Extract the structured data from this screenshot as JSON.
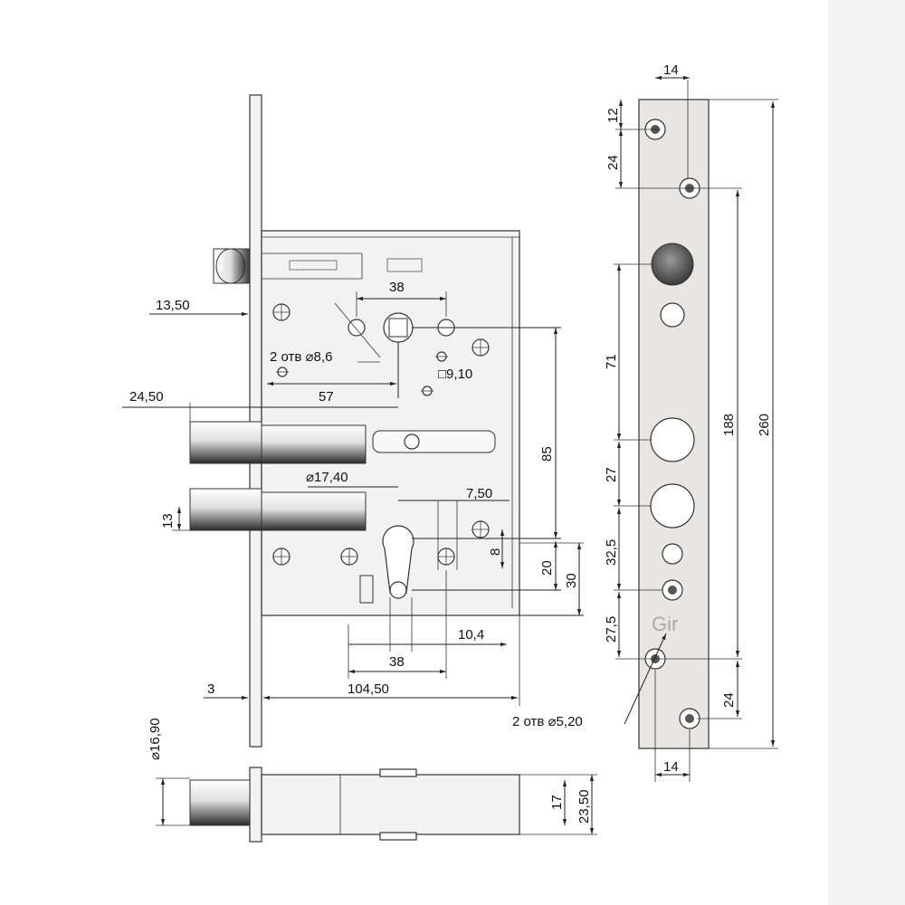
{
  "dimensions": {
    "d14_top": "14",
    "d12": "12",
    "d24_top": "24",
    "d13_50": "13,50",
    "d38_top": "38",
    "holes_2_86": "2 отв ⌀8,6",
    "sq_9_10": "□9,10",
    "d24_50": "24,50",
    "d57": "57",
    "d85": "85",
    "d17_40": "⌀17,40",
    "d7_50": "7,50",
    "d13": "13",
    "d8": "8",
    "d20": "20",
    "d30": "30",
    "d10_4": "10,4",
    "d38_bottom": "38",
    "d3": "3",
    "d104_50": "104,50",
    "d71": "71",
    "d27": "27",
    "d32_5": "32,5",
    "d27_5": "27,5",
    "d188": "188",
    "d260": "260",
    "d24_bottom": "24",
    "holes_2_52": "2 отв ⌀5,20",
    "d14_bottom": "14",
    "d16_90": "⌀16,90",
    "d17": "17",
    "d23_50": "23,50"
  },
  "logo_text": "Gir",
  "colors": {
    "background": "#ffffff",
    "sidebar": "#f4f4f4",
    "plate": "#e8e6e4",
    "line": "#222222"
  },
  "icons": [
    "crosshair-hole-icon"
  ]
}
